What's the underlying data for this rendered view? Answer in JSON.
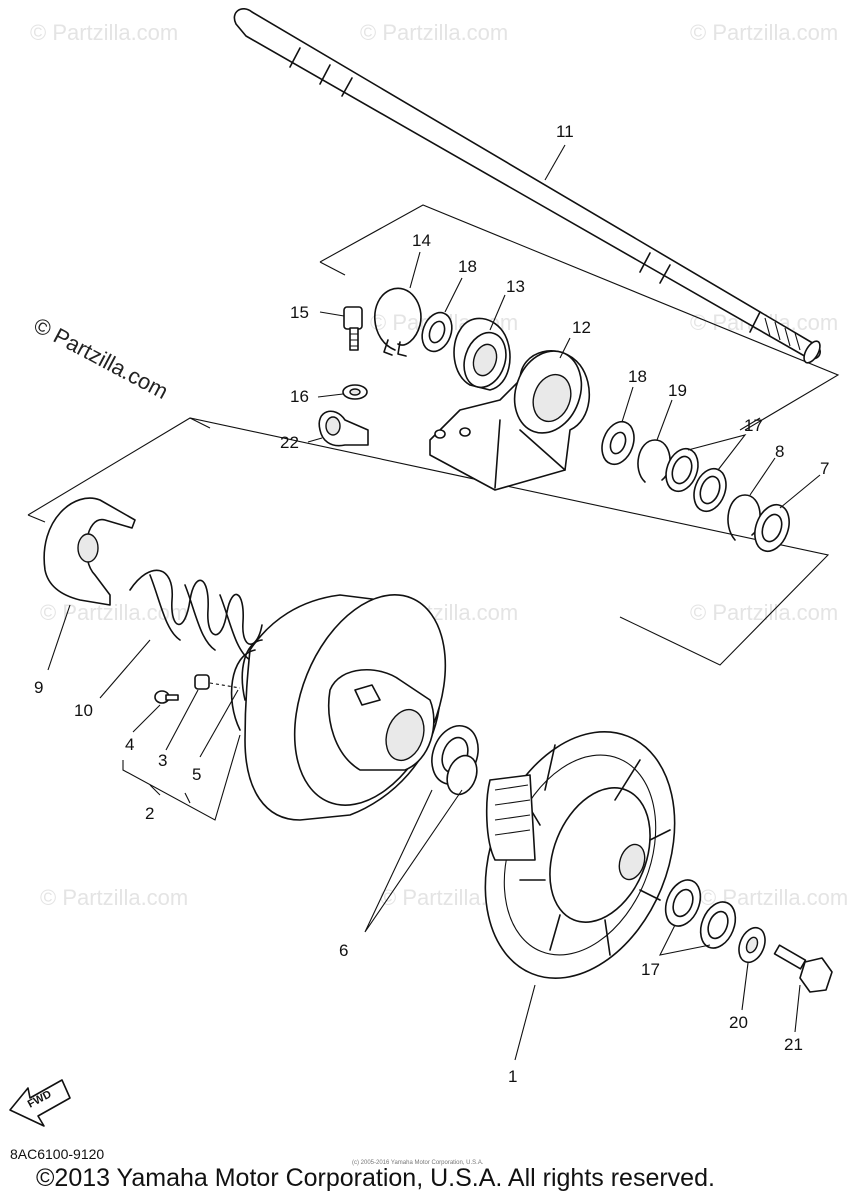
{
  "watermark": "© Partzilla.com",
  "callouts": {
    "p1": "1",
    "p2": "2",
    "p3": "3",
    "p4": "4",
    "p5": "5",
    "p6": "6",
    "p7": "7",
    "p8": "8",
    "p9": "9",
    "p10": "10",
    "p11": "11",
    "p12": "12",
    "p13": "13",
    "p14": "14",
    "p15": "15",
    "p16": "16",
    "p17a": "17",
    "p17b": "17",
    "p18a": "18",
    "p18b": "18",
    "p19": "19",
    "p20": "20",
    "p21": "21",
    "p22": "22"
  },
  "fwd_label": "FWD",
  "diagram_code": "8AC6100-9120",
  "tiny_notice": "(c) 2005-2016 Yamaha Motor Corporation, U.S.A.",
  "copyright": "©2013 Yamaha Motor Corporation, U.S.A. All rights reserved."
}
